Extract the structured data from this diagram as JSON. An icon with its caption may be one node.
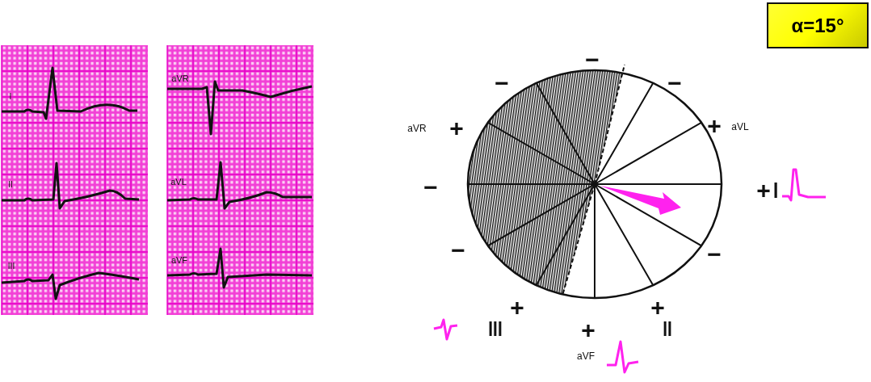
{
  "diagram": {
    "nodes": [
      {
        "text": [
          "α=15°"
        ]
      }
    ],
    "labels": [
      "I",
      "II",
      "III",
      "aVR",
      "aVL",
      "aVF",
      "−",
      "−",
      "−",
      "aVR",
      "+",
      "+",
      "aVL",
      "−",
      "+",
      "I",
      "−",
      "−",
      "+",
      "III",
      "+",
      "+",
      "II",
      "aVF"
    ]
  }
}
